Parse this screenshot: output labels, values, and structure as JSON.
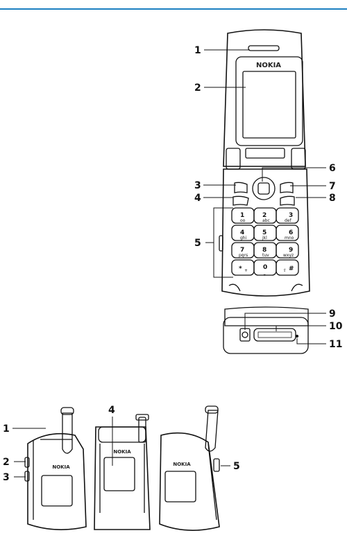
{
  "brand": "NOKIA",
  "figure_top": {
    "callouts": [
      "1",
      "2",
      "3",
      "4",
      "5",
      "6",
      "7",
      "8",
      "9",
      "10",
      "11"
    ]
  },
  "keypad": [
    {
      "num": "1",
      "sub": "oo"
    },
    {
      "num": "2",
      "sub": "abc"
    },
    {
      "num": "3",
      "sub": "def"
    },
    {
      "num": "4",
      "sub": "ghi"
    },
    {
      "num": "5",
      "sub": "jkl"
    },
    {
      "num": "6",
      "sub": "mno"
    },
    {
      "num": "7",
      "sub": "pqrs"
    },
    {
      "num": "8",
      "sub": "tuv"
    },
    {
      "num": "9",
      "sub": "wxyz"
    },
    {
      "num": "*",
      "sub": "+"
    },
    {
      "num": "0",
      "sub": "⎵"
    },
    {
      "num": "#",
      "sub": "⇧"
    }
  ],
  "figure_bottom": {
    "callouts": [
      "1",
      "2",
      "3",
      "4",
      "5"
    ]
  },
  "colors": {
    "rule": "#1c7fc1",
    "ink": "#111111"
  }
}
